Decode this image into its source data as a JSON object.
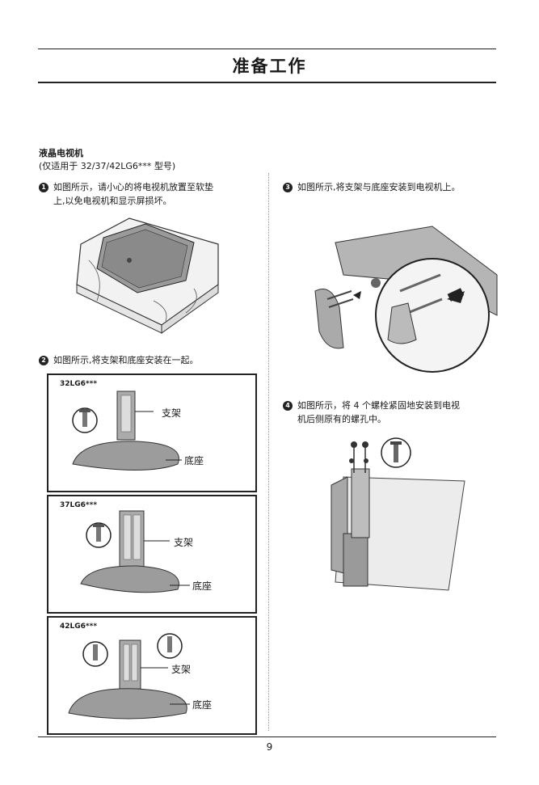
{
  "page": {
    "title": "准备工作",
    "page_number": "9"
  },
  "section": {
    "title": "液晶电视机",
    "subtitle": "(仅适用于 32/37/42LG6*** 型号)"
  },
  "steps": [
    {
      "num": "1",
      "text_line1": "如图所示，请小心的将电视机放置至软垫",
      "text_line2": "上,以免电视机和显示屏损坏。"
    },
    {
      "num": "2",
      "text_line1": "如图所示,将支架和底座安装在一起。"
    },
    {
      "num": "3",
      "text_line1": "如图所示,将支架与底座安装到电视机上。"
    },
    {
      "num": "4",
      "text_line1": "如图所示，将 4 个螺栓紧固地安装到电视",
      "text_line2": "机后侧原有的螺孔中。"
    }
  ],
  "panels": [
    {
      "model": "32LG6***",
      "stand_label": "支架",
      "base_label": "底座"
    },
    {
      "model": "37LG6***",
      "stand_label": "支架",
      "base_label": "底座"
    },
    {
      "model": "42LG6***",
      "stand_label": "支架",
      "base_label": "底座"
    }
  ]
}
